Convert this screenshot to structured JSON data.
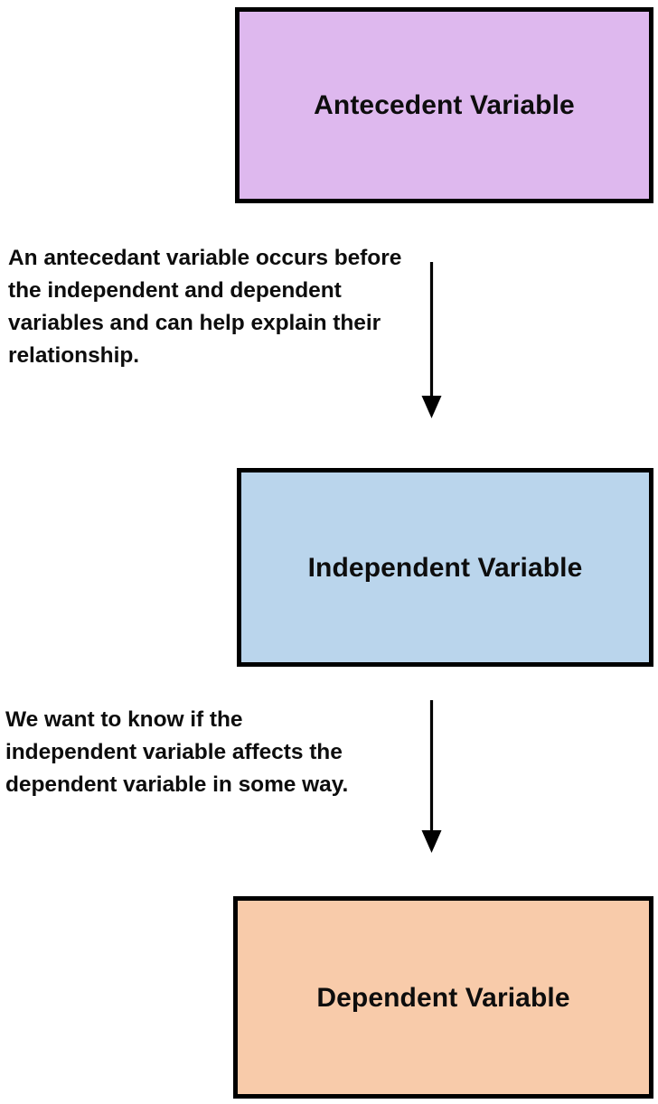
{
  "diagram": {
    "title": "Antecedent, Independent and Dependent Variable relationship flowchart",
    "background_color": "#ffffff",
    "border_color": "#000000",
    "text_color": "#0d0d0d",
    "nodes": [
      {
        "id": "antecedent",
        "label": "Antecedent Variable",
        "fill_color": "#deb8ee"
      },
      {
        "id": "independent",
        "label": "Independent Variable",
        "fill_color": "#bad5ec"
      },
      {
        "id": "dependent",
        "label": "Dependent Variable",
        "fill_color": "#f8cbaa"
      }
    ],
    "annotations": [
      {
        "id": "antecedent-note",
        "text": "An antecedant variable occurs before the independent and dependent variables and can help explain their relationship."
      },
      {
        "id": "independent-note",
        "text": "We want to know if the independent variable affects the dependent variable in some way."
      }
    ],
    "connectors": [
      {
        "id": "antecedent-to-independent",
        "from": "antecedent",
        "to": "independent",
        "direction": "down",
        "color": "#000000"
      },
      {
        "id": "independent-to-dependent",
        "from": "independent",
        "to": "dependent",
        "direction": "down",
        "color": "#000000"
      }
    ]
  }
}
